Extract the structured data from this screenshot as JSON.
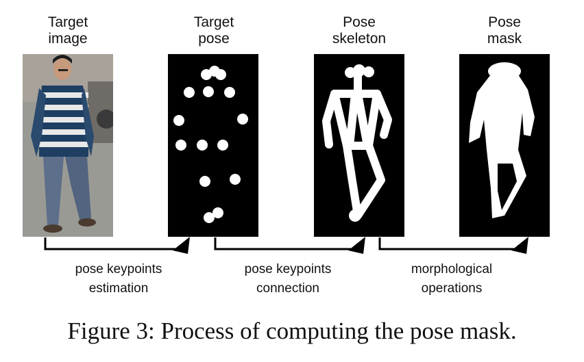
{
  "panels": [
    {
      "title_line1": "Target",
      "title_line2": "image"
    },
    {
      "title_line1": "Target",
      "title_line2": "pose"
    },
    {
      "title_line1": "Pose",
      "title_line2": "skeleton"
    },
    {
      "title_line1": "Pose",
      "title_line2": "mask"
    }
  ],
  "steps": [
    {
      "line1": "pose keypoints",
      "line2": "estimation"
    },
    {
      "line1": "pose keypoints",
      "line2": "connection"
    },
    {
      "line1": "morphological",
      "line2": "operations"
    }
  ],
  "caption": "Figure 3: Process of computing the pose mask."
}
